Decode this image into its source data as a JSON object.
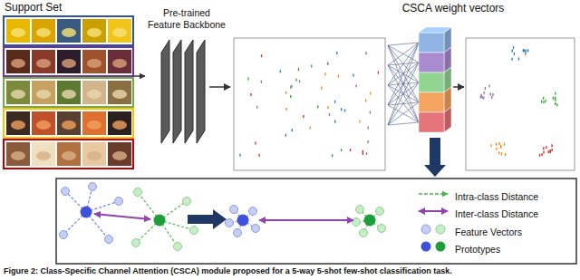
{
  "diagram": {
    "caption": "Figure 2: Class-Specific Channel Attention (CSCA) module proposed for a 5-way 5-shot few-shot classification task.",
    "nodes": [
      {
        "text": [
          "Support Set"
        ]
      },
      {
        "text": [
          "Pre-trained Feature Backbone"
        ]
      },
      {
        "text": [
          "CSCA weight vectors"
        ]
      }
    ],
    "edges": [
      {
        "from": 0,
        "to": 1,
        "arrow": "to"
      }
    ],
    "legend": [
      {
        "text": "Intra-class Distance"
      },
      {
        "text": "Inter-class Distance"
      },
      {
        "text": "Feature Vectors"
      },
      {
        "text": "Prototypes"
      }
    ]
  }
}
